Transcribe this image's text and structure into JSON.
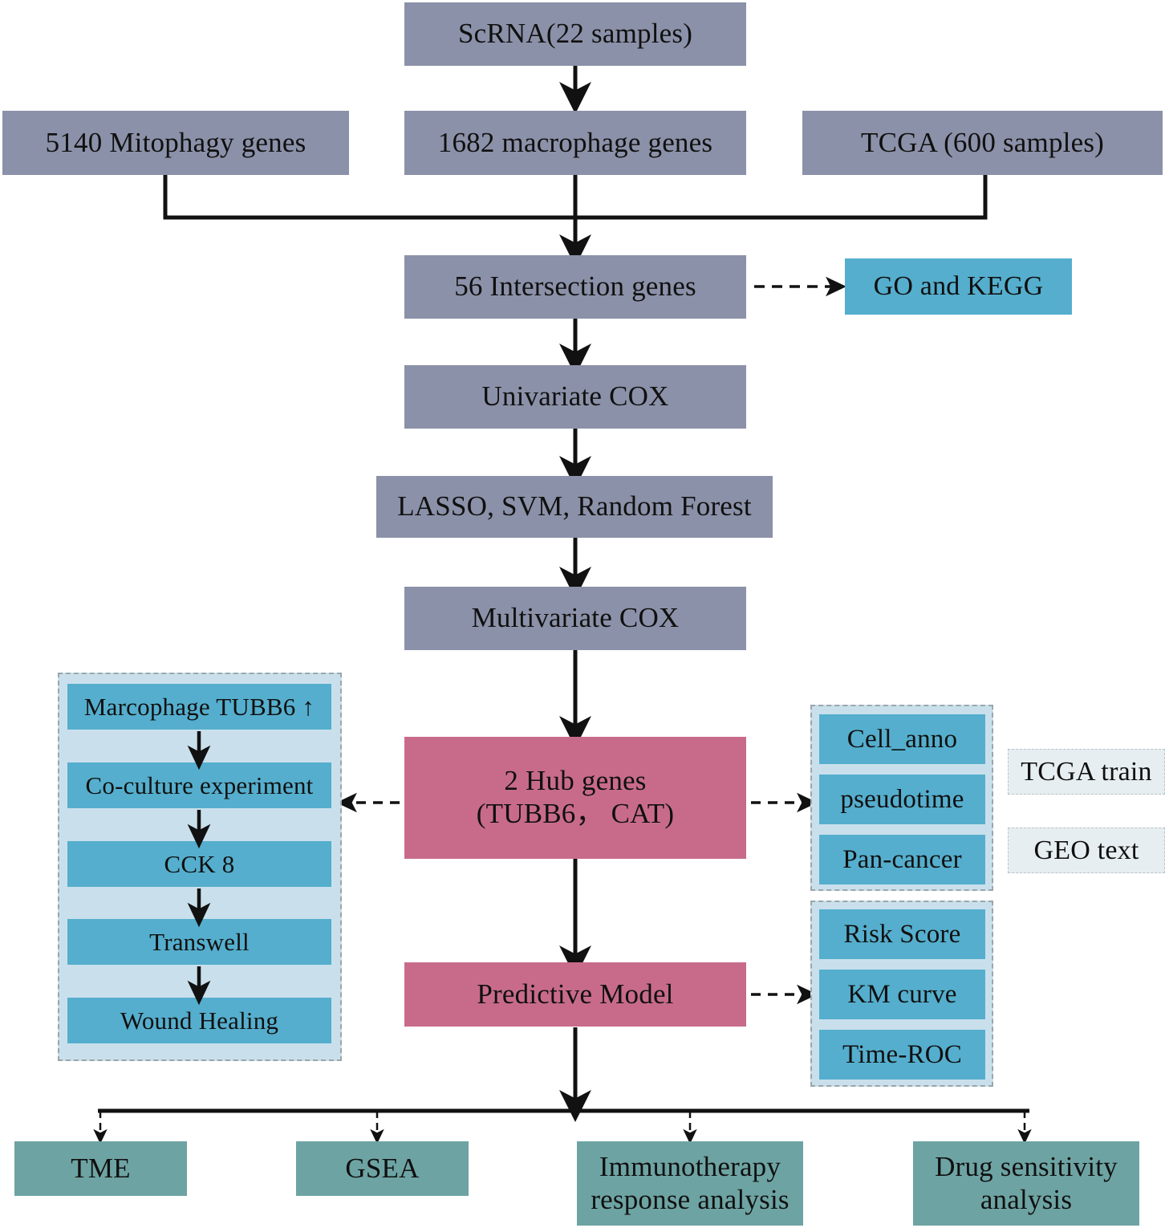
{
  "diagram": {
    "title": "Study workflow flowchart",
    "colors": {
      "gray": "#8b91a8",
      "blue": "#55aecd",
      "pink": "#c86b8b",
      "teal": "#6ea3a3",
      "panel_fill": "#c9e0ec",
      "pale_fill": "#e7eef1",
      "line": "#111111"
    },
    "nodes": {
      "scrna": "ScRNA(22 samples)",
      "mitophagy": "5140 Mitophagy genes",
      "macrophage": "1682 macrophage genes",
      "tcga": "TCGA (600 samples)",
      "intersection": "56 Intersection genes",
      "go_kegg": "GO and KEGG",
      "univariate_cox": "Univariate COX",
      "models": "LASSO, SVM, Random Forest",
      "multivariate_cox": "Multivariate COX",
      "hub_genes_line1": "2 Hub genes",
      "hub_genes_line2": "(TUBB6， CAT)",
      "predictive_model": "Predictive Model"
    },
    "experiment_panel": {
      "steps": [
        "Marcophage TUBB6 ↑",
        "Co-culture experiment",
        "CCK 8",
        "Transwell",
        "Wound Healing"
      ]
    },
    "singlecell_panel": {
      "items": [
        "Cell_anno",
        "pseudotime",
        "Pan-cancer"
      ]
    },
    "validation_panel": {
      "items": [
        "Risk Score",
        "KM curve",
        "Time-ROC"
      ]
    },
    "cohorts": {
      "items": [
        "TCGA train",
        "GEO text"
      ]
    },
    "downstream": {
      "items": [
        {
          "line1": "TME",
          "line2": ""
        },
        {
          "line1": "GSEA",
          "line2": ""
        },
        {
          "line1": "Immunotherapy",
          "line2": "response analysis"
        },
        {
          "line1": "Drug sensitivity",
          "line2": "analysis"
        }
      ]
    }
  }
}
